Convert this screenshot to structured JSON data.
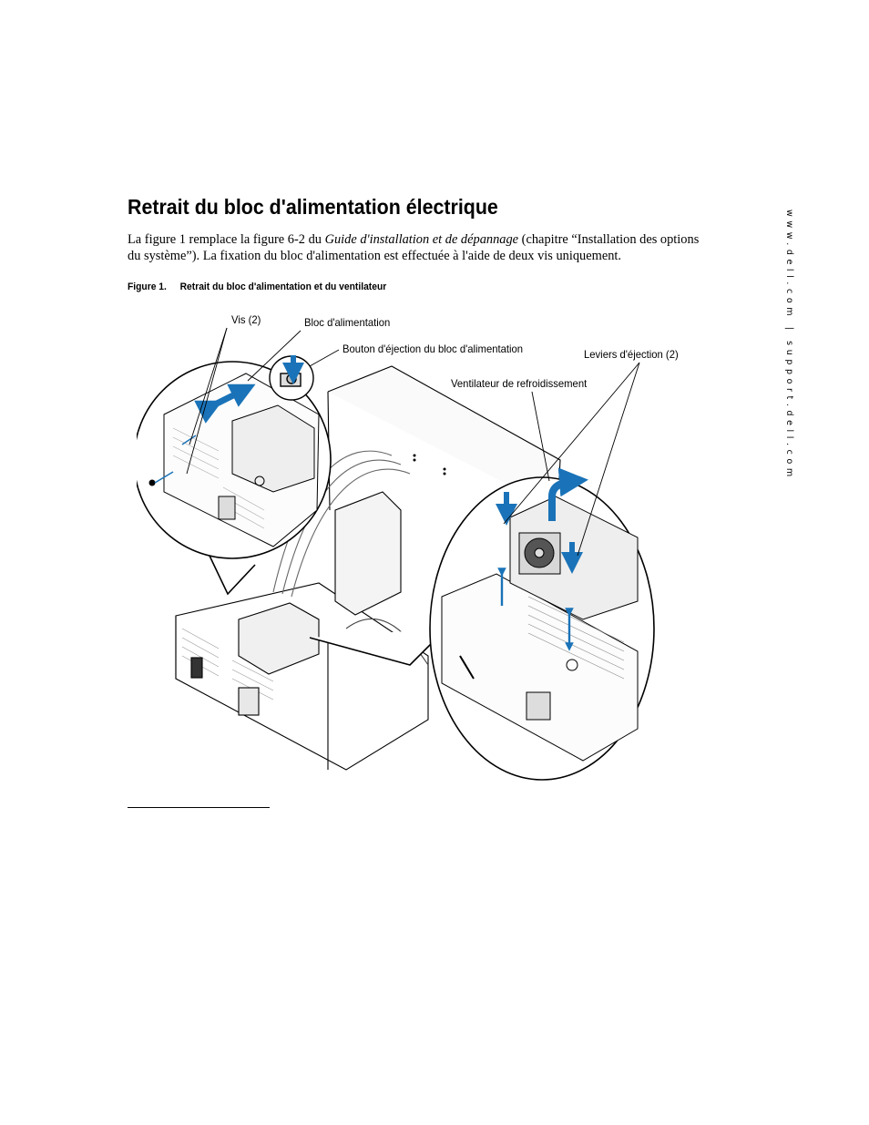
{
  "side_url": "www.dell.com | support.dell.com",
  "heading": "Retrait du bloc d'alimentation électrique",
  "intro": {
    "part1": "La figure 1 remplace la figure 6-2 du ",
    "guide_title": "Guide d'installation et de dépannage",
    "part2": " (chapitre “Installation des options du système”). La fixation du bloc d'alimentation est effectuée à l'aide de deux vis uniquement."
  },
  "figure": {
    "number": "Figure 1.",
    "caption": "Retrait du bloc d'alimentation et du ventilateur",
    "callouts": {
      "screws": "Vis (2)",
      "power_supply": "Bloc d'alimentation",
      "release_button": "Bouton d'éjection du bloc d'alimentation",
      "release_levers": "Leviers d'éjection (2)",
      "cooling_fan": "Ventilateur de refroidissement"
    }
  },
  "colors": {
    "arrow": "#1a73b8",
    "line": "#000000",
    "panel": "#f2f2f2"
  }
}
